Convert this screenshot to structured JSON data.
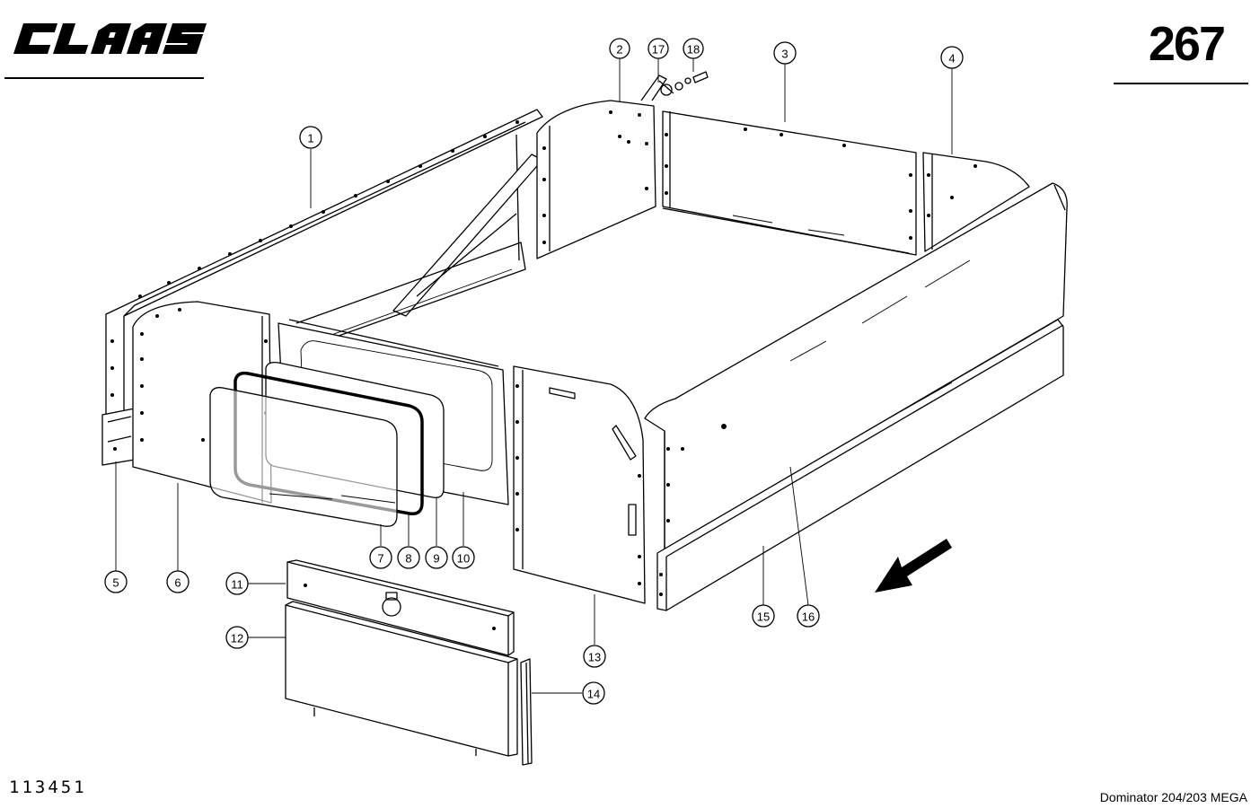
{
  "header": {
    "brand": "CLAAS",
    "page_number": "267"
  },
  "footer": {
    "drawing_number": "113451",
    "model": "Dominator 204/203 MEGA"
  },
  "callouts": [
    "1",
    "2",
    "3",
    "4",
    "5",
    "6",
    "7",
    "8",
    "9",
    "10",
    "11",
    "12",
    "13",
    "14",
    "15",
    "16",
    "17",
    "18"
  ],
  "icons": {
    "direction_arrow": "arrow-travel-direction-icon"
  }
}
